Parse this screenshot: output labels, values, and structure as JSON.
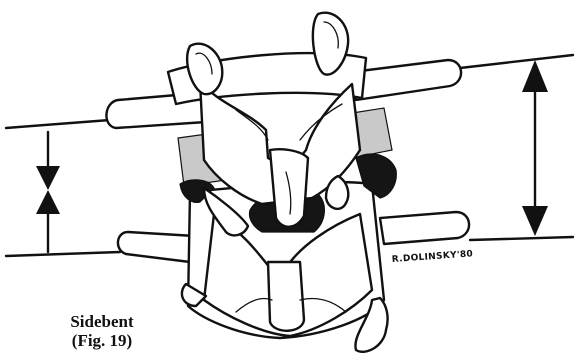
{
  "caption": {
    "line1": "Sidebent",
    "line2": "(Fig. 19)"
  },
  "signature": "R.DOLINSKY'80",
  "colors": {
    "ink": "#111111",
    "paper": "#ffffff",
    "shading": "#c9c9c9"
  }
}
